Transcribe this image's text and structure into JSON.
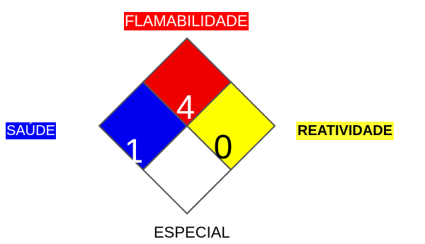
{
  "labels": {
    "flammability": "FLAMABILIDADE",
    "health": "SAÚDE",
    "reactivity": "REATIVIDADE",
    "special": "ESPECIAL"
  },
  "ratings": {
    "flammability": "4",
    "health": "1",
    "reactivity": "0",
    "special": ""
  },
  "colors": {
    "flammability": "#ee0000",
    "health": "#0000ee",
    "reactivity": "#ffff00",
    "special": "#ffffff",
    "border": "#555555"
  }
}
